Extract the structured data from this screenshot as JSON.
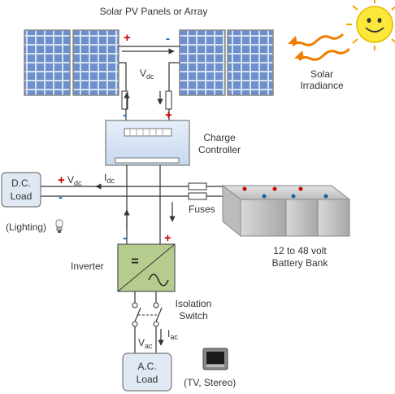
{
  "title": "Solar PV Panels or Array",
  "labels": {
    "solar_irradiance_1": "Solar",
    "solar_irradiance_2": "Irradiance",
    "vdc_main": "V",
    "vdc_sub": "dc",
    "charge_controller_1": "Charge",
    "charge_controller_2": "Controller",
    "dc_load_1": "D.C.",
    "dc_load_2": "Load",
    "lighting": "(Lighting)",
    "dc_plus": "+",
    "dc_vdc": "V",
    "dc_vdc_sub": "dc",
    "dc_minus": "-",
    "idc": "I",
    "idc_sub": "dc",
    "fuses": "Fuses",
    "battery_1": "12 to 48 volt",
    "battery_2": "Battery Bank",
    "inverter": "Inverter",
    "isolation_1": "Isolation",
    "isolation_2": "Switch",
    "vac": "V",
    "vac_sub": "ac",
    "iac": "I",
    "iac_sub": "ac",
    "ac_load_1": "A.C.",
    "ac_load_2": "Load",
    "tv_stereo": "(TV, Stereo)",
    "panel_plus": "+",
    "panel_minus": "-",
    "cc_minus": "-",
    "cc_plus": "+",
    "inv_minus": "-",
    "inv_plus": "+",
    "inverter_symbol": "="
  },
  "colors": {
    "wire": "#333333",
    "plus": "#cc0000",
    "minus": "#1a5fa8",
    "sun_rays": "#f07d00",
    "panel_cell": "#5d7fbf",
    "controller": "#d6e4f5",
    "inverter": "#b5cc8e",
    "load_box": "#e0e8f3",
    "battery": "#cfcfcf"
  },
  "icons": [
    "sun-icon",
    "light-bulb-icon",
    "tv-icon"
  ]
}
